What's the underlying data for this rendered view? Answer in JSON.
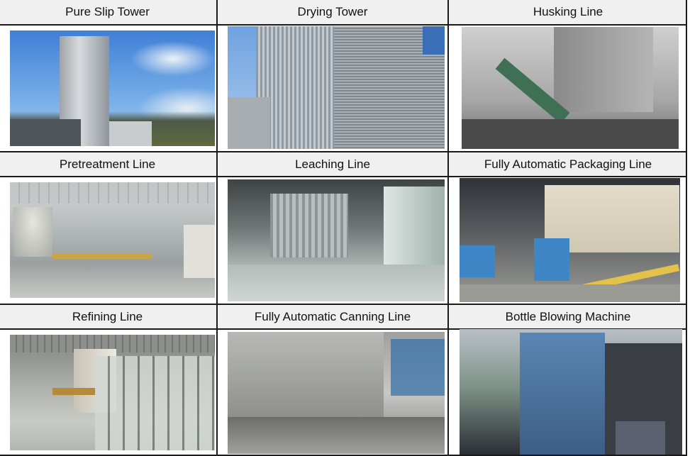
{
  "table": {
    "rows": [
      {
        "cells": [
          {
            "title": "Pure Slip Tower",
            "photo": "pure-slip-tower-photo",
            "colors": [
              "#5b8fd8",
              "#9fc3ee",
              "#d9e6f3",
              "#7a7f82",
              "#4a5a3a"
            ]
          },
          {
            "title": "Drying Tower",
            "photo": "drying-tower-photo",
            "colors": [
              "#6fa2e0",
              "#8e9aa2",
              "#bfc6cb",
              "#9aa3a8",
              "#59636b"
            ]
          },
          {
            "title": "Husking Line",
            "photo": "husking-line-photo",
            "colors": [
              "#c9c9c9",
              "#8b8b8b",
              "#5d6860",
              "#3f6f55",
              "#bdbdbd"
            ]
          }
        ]
      },
      {
        "cells": [
          {
            "title": "Pretreatment Line",
            "photo": "pretreatment-line-photo",
            "colors": [
              "#c5c8c8",
              "#9da3a3",
              "#d7d2c2",
              "#8a8f86",
              "#e2e0d8"
            ]
          },
          {
            "title": "Leaching Line",
            "photo": "leaching-line-photo",
            "colors": [
              "#4b5050",
              "#7d8684",
              "#a7b0ad",
              "#b7c1bd",
              "#6c7371"
            ]
          },
          {
            "title": "Fully Automatic Packaging Line",
            "photo": "packaging-line-photo",
            "colors": [
              "#3a3d40",
              "#d9d3bf",
              "#e2c24a",
              "#3f86c6",
              "#9b9b96"
            ]
          }
        ]
      },
      {
        "cells": [
          {
            "title": "Refining Line",
            "photo": "refining-line-photo",
            "colors": [
              "#8e8f8c",
              "#c9c9c3",
              "#b68a3a",
              "#6d7a73",
              "#d2d7d3"
            ]
          },
          {
            "title": "Fully Automatic Canning Line",
            "photo": "canning-line-photo",
            "colors": [
              "#a8a9a6",
              "#cfd0cd",
              "#6c6d6a",
              "#2f6ea8",
              "#949592"
            ]
          },
          {
            "title": "Bottle Blowing Machine",
            "photo": "bottle-blowing-machine-photo",
            "colors": [
              "#5a86b4",
              "#3c5e86",
              "#2b2f36",
              "#7f9489",
              "#b9c0c7"
            ]
          }
        ]
      }
    ]
  }
}
